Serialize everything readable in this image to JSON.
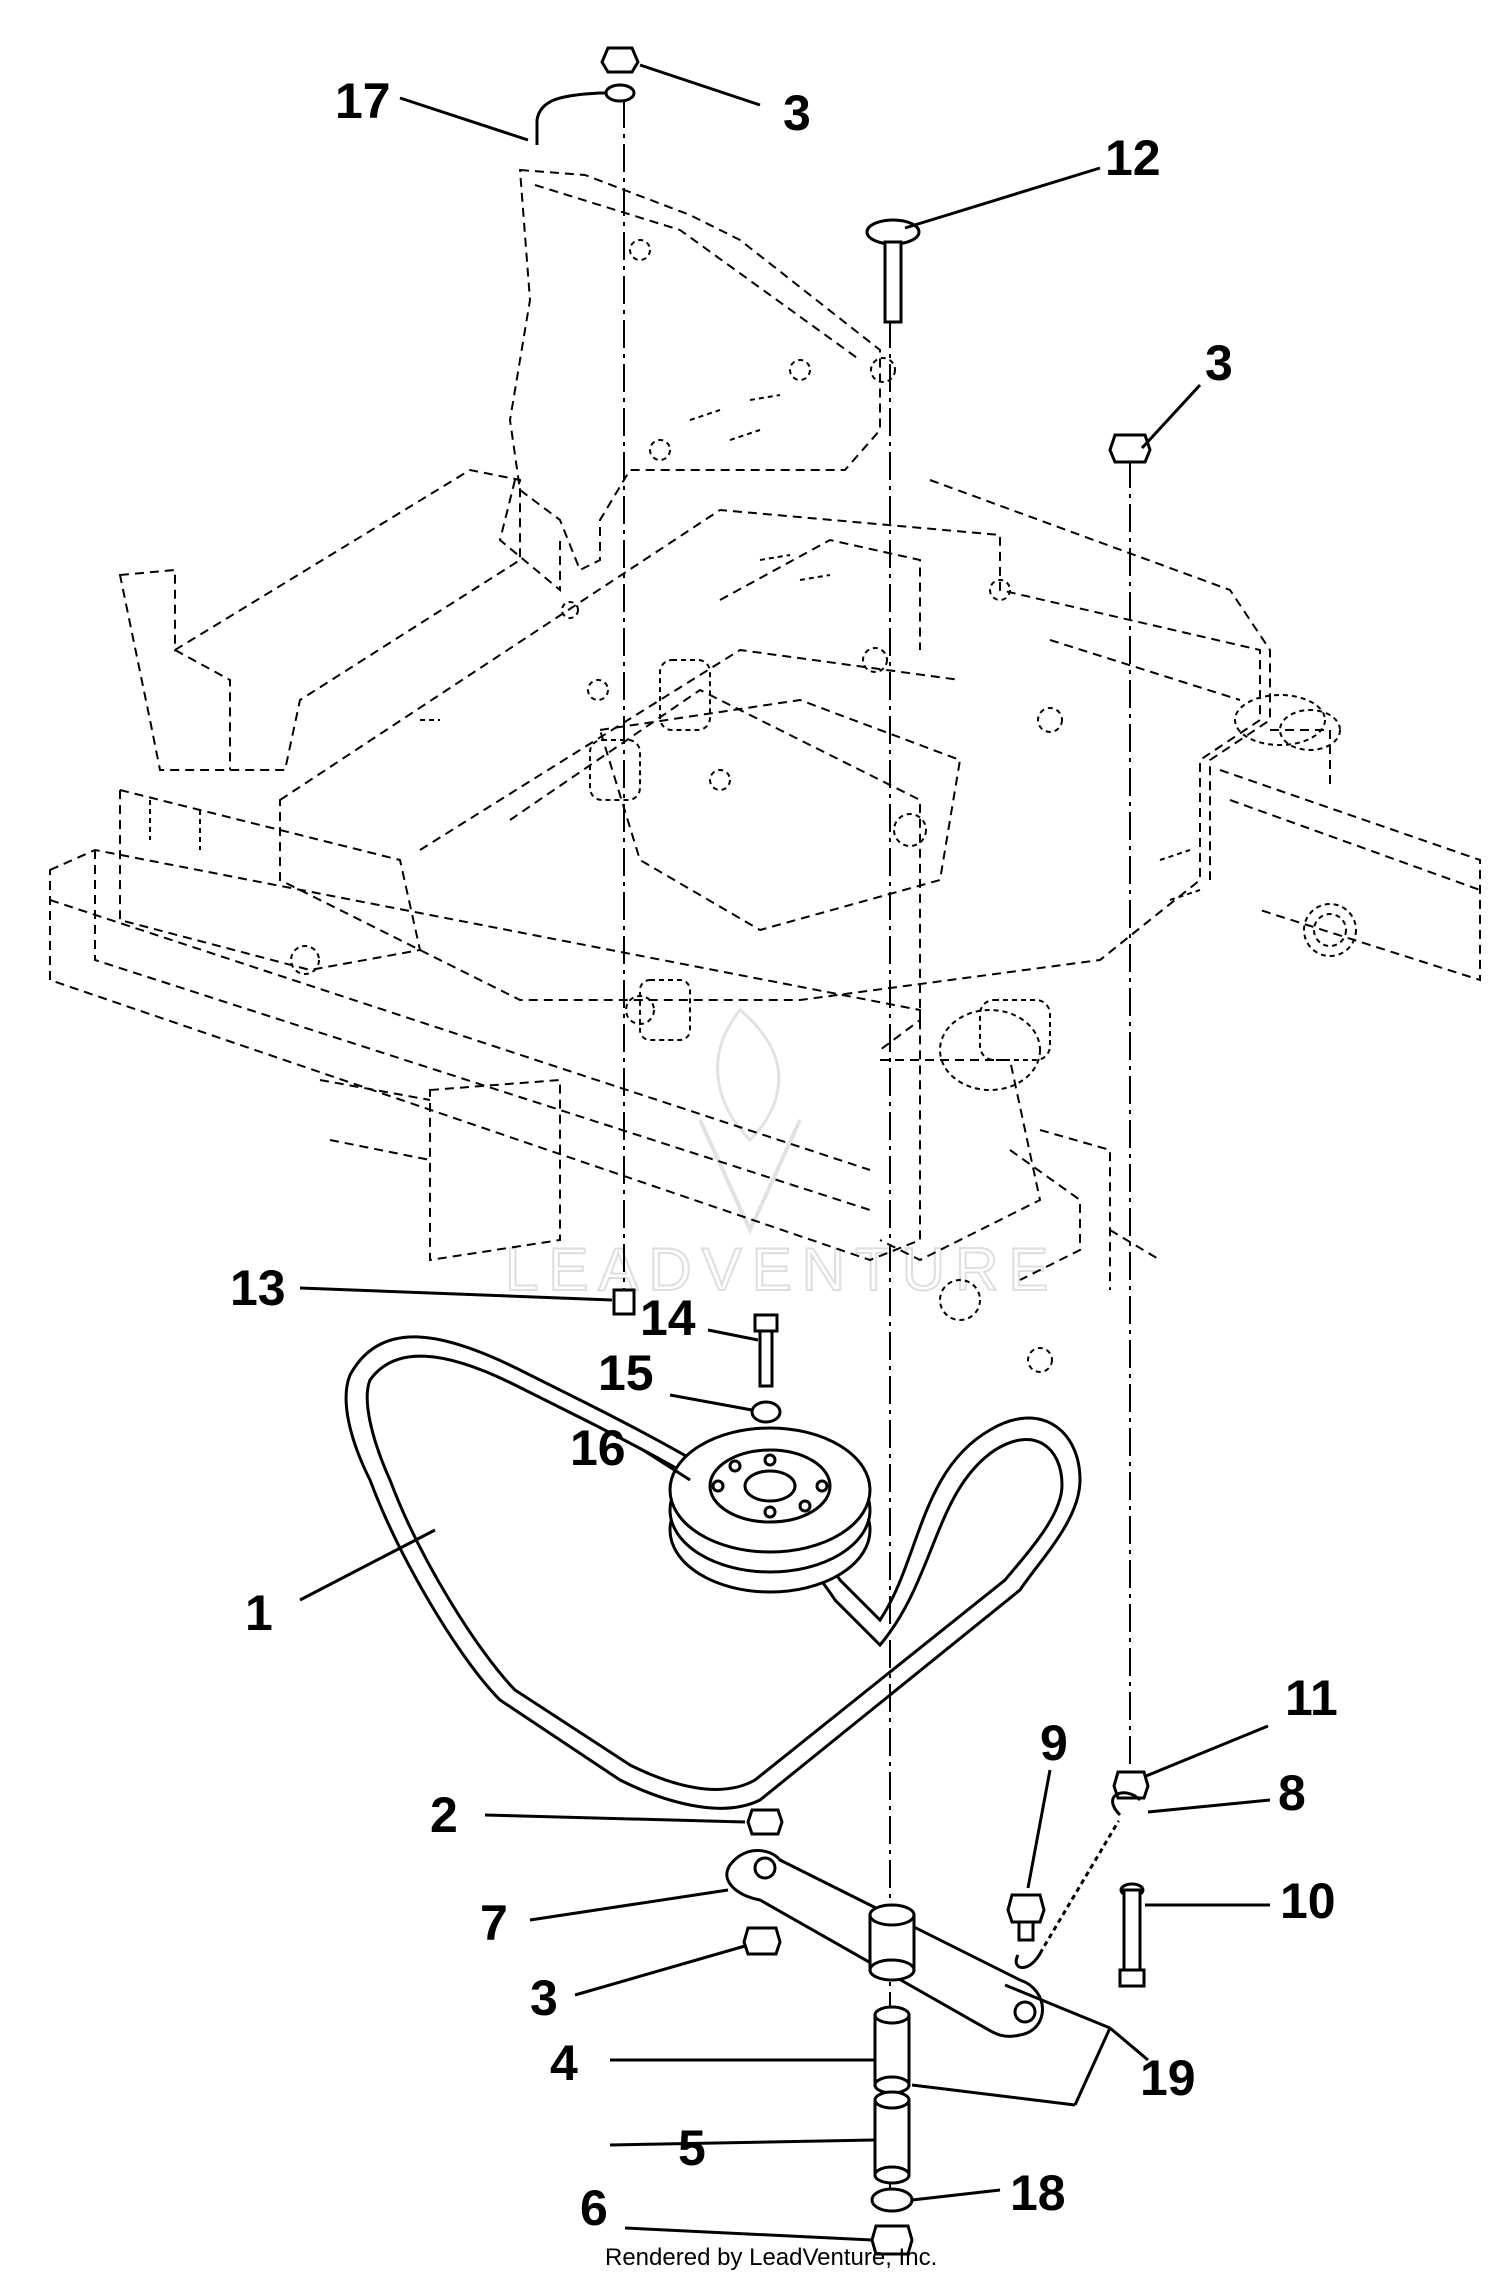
{
  "diagram": {
    "callouts": [
      {
        "id": "c17",
        "label": "17"
      },
      {
        "id": "c3a",
        "label": "3"
      },
      {
        "id": "c12",
        "label": "12"
      },
      {
        "id": "c3b",
        "label": "3"
      },
      {
        "id": "c13",
        "label": "13"
      },
      {
        "id": "c14",
        "label": "14"
      },
      {
        "id": "c15",
        "label": "15"
      },
      {
        "id": "c16",
        "label": "16"
      },
      {
        "id": "c1",
        "label": "1"
      },
      {
        "id": "c9",
        "label": "9"
      },
      {
        "id": "c11",
        "label": "11"
      },
      {
        "id": "c8",
        "label": "8"
      },
      {
        "id": "c2",
        "label": "2"
      },
      {
        "id": "c10",
        "label": "10"
      },
      {
        "id": "c7",
        "label": "7"
      },
      {
        "id": "c3c",
        "label": "3"
      },
      {
        "id": "c4",
        "label": "4"
      },
      {
        "id": "c19",
        "label": "19"
      },
      {
        "id": "c5",
        "label": "5"
      },
      {
        "id": "c18",
        "label": "18"
      },
      {
        "id": "c6",
        "label": "6"
      }
    ],
    "watermark": "LEADVENTURE",
    "footer": "Rendered by LeadVenture, Inc."
  }
}
